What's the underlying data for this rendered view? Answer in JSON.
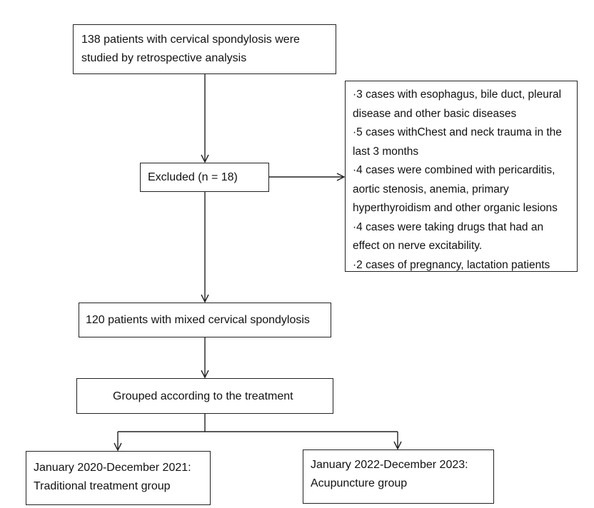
{
  "flowchart": {
    "top_box": {
      "lines": [
        "138 patients with cervical spondylosis were",
        "studied by retrospective analysis"
      ]
    },
    "excluded_box": {
      "label": "Excluded (n = 18)"
    },
    "exclusion_reasons_box": {
      "lines": [
        "·3 cases with esophagus, bile duct, pleural",
        "disease and other basic diseases",
        "·5 cases withChest and neck trauma in the",
        "last 3 months",
        "·4 cases were combined with pericarditis,",
        "aortic stenosis, anemia, primary",
        "hyperthyroidism and other organic lesions",
        "·4 cases were taking drugs that had an",
        "effect on nerve excitability.",
        "·2 cases of pregnancy, lactation patients"
      ]
    },
    "mixed_box": {
      "label": "120 patients with mixed cervical spondylosis"
    },
    "grouped_box": {
      "label": "Grouped according to the treatment"
    },
    "left_group_box": {
      "lines": [
        "January 2020-December 2021:",
        "Traditional treatment group"
      ]
    },
    "right_group_box": {
      "lines": [
        "January 2022-December 2023:",
        "Acupuncture group"
      ]
    }
  }
}
